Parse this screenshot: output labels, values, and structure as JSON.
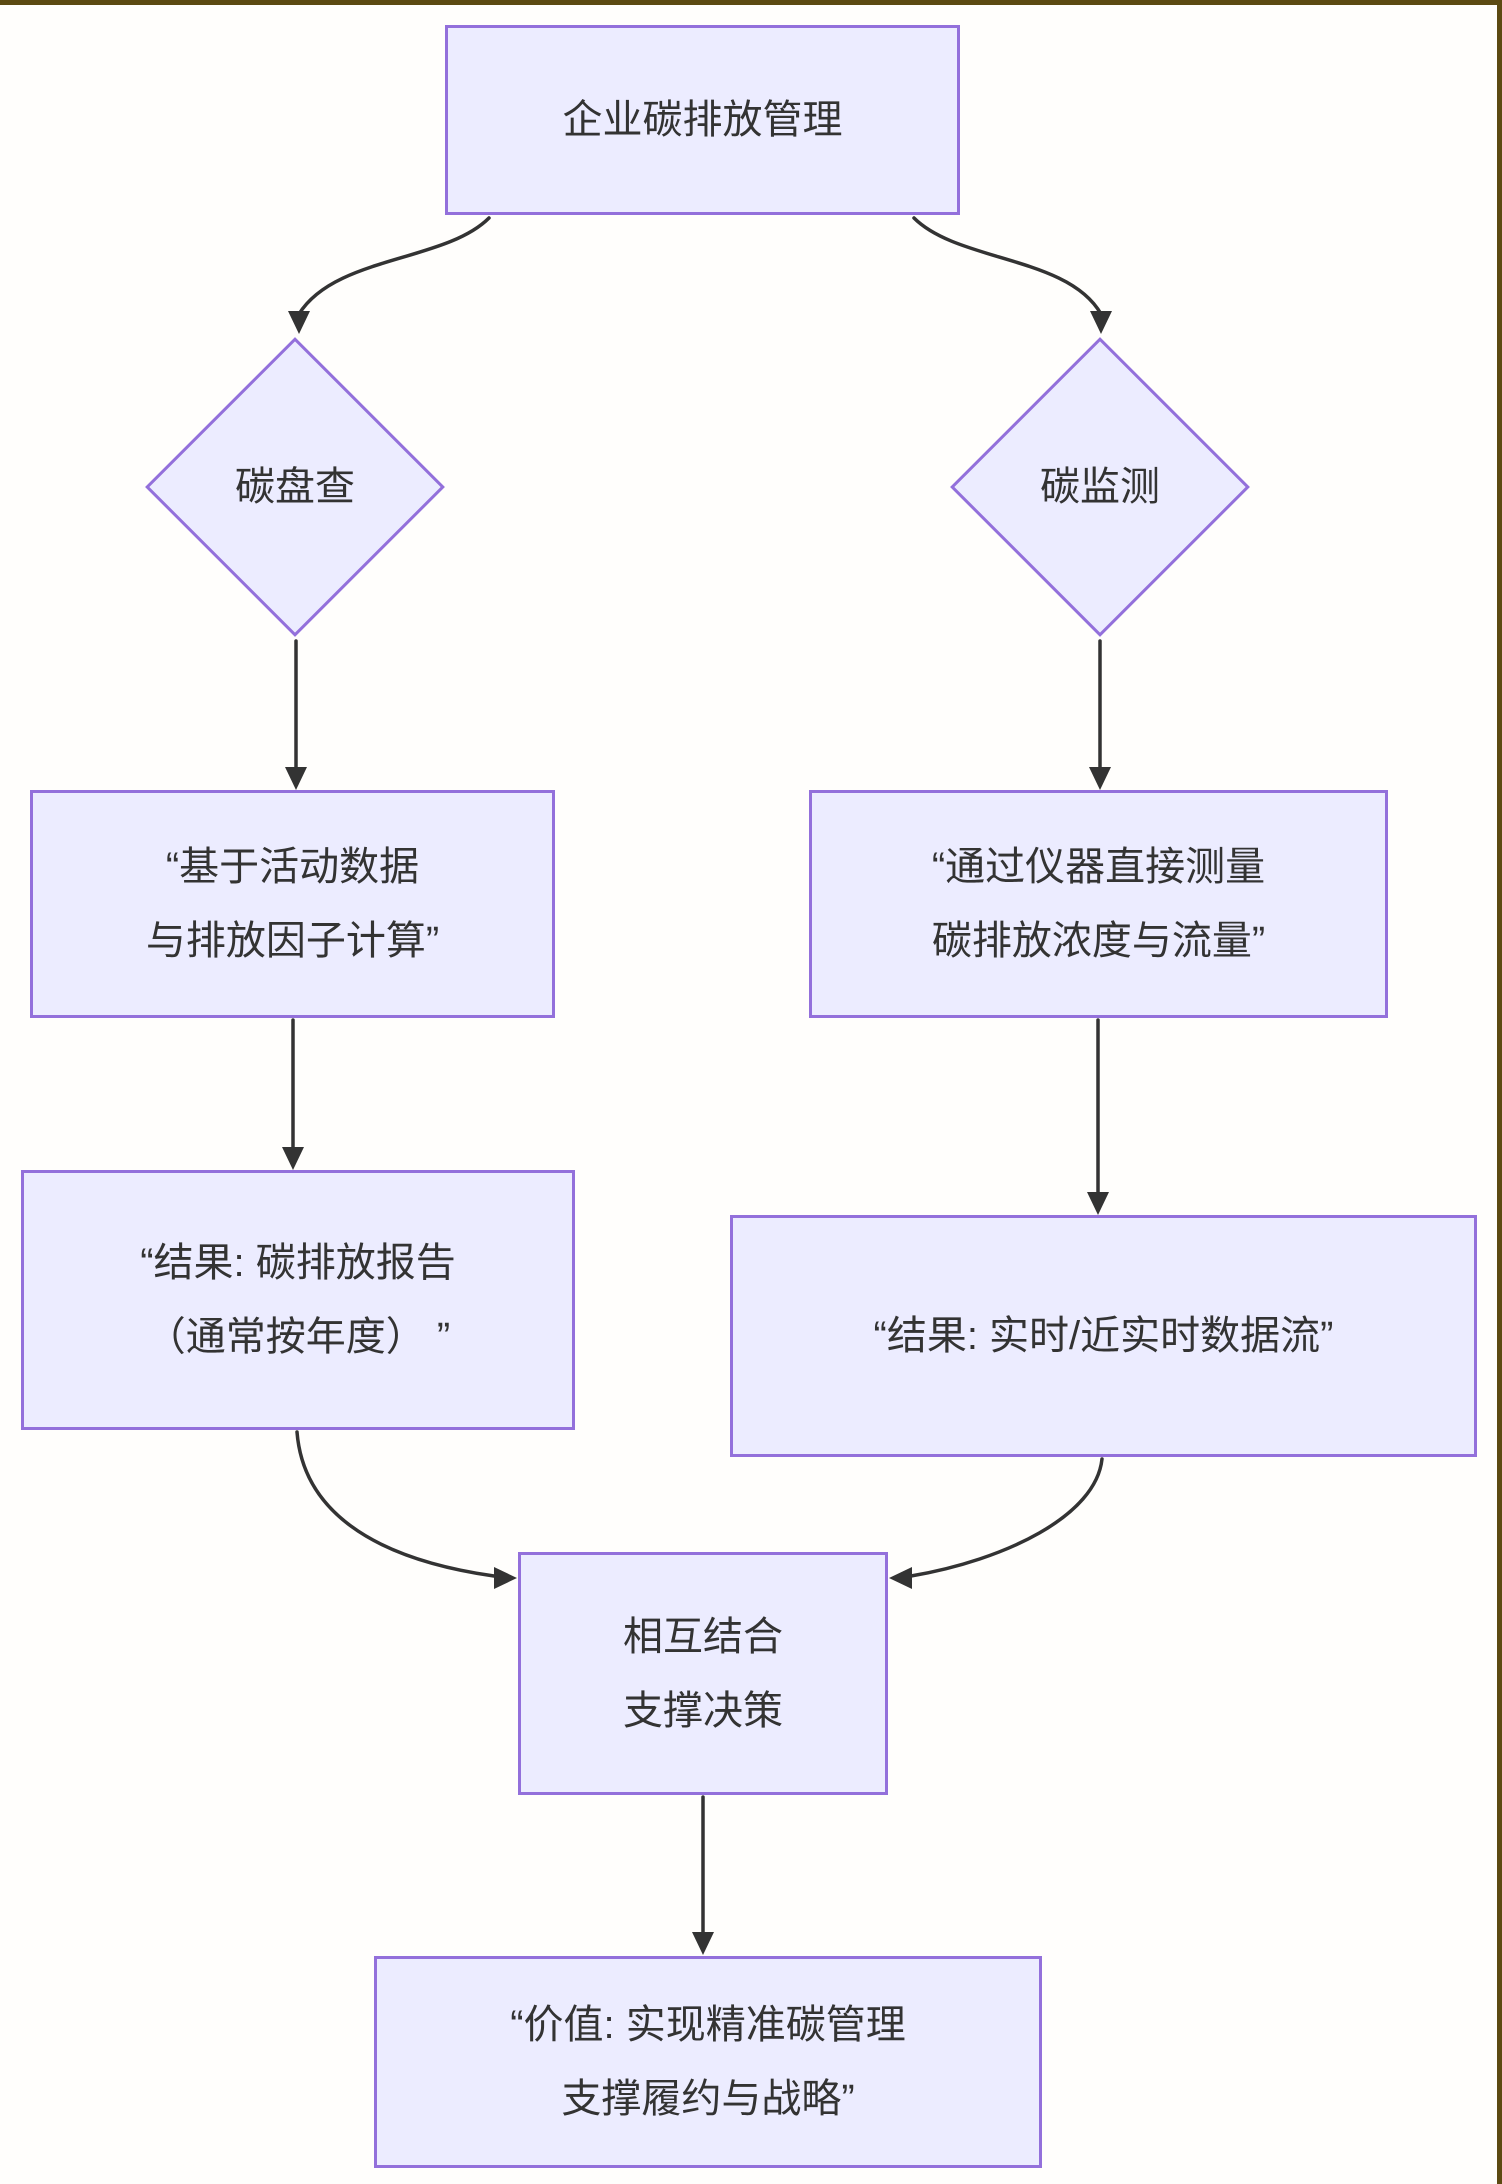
{
  "diagram": {
    "type": "flowchart",
    "direction": "top-down",
    "nodes": {
      "root": {
        "label": "企业碳排放管理",
        "shape": "rectangle"
      },
      "inventory": {
        "label": "碳盘查",
        "shape": "diamond"
      },
      "monitoring": {
        "label": "碳监测",
        "shape": "diamond"
      },
      "inventory_method": {
        "label": "“基于活动数据\n与排放因子计算”",
        "shape": "rectangle"
      },
      "monitoring_method": {
        "label": "“通过仪器直接测量\n碳排放浓度与流量”",
        "shape": "rectangle"
      },
      "inventory_result": {
        "label": "“结果: 碳排放报告\n（通常按年度） ”",
        "shape": "rectangle"
      },
      "monitoring_result": {
        "label": "“结果: 实时/近实时数据流”",
        "shape": "rectangle"
      },
      "combine": {
        "label": "相互结合\n支撑决策",
        "shape": "rectangle"
      },
      "value": {
        "label": "“价值: 实现精准碳管理\n支撑履约与战略”",
        "shape": "rectangle"
      }
    },
    "edges": [
      {
        "from": "root",
        "to": "inventory"
      },
      {
        "from": "root",
        "to": "monitoring"
      },
      {
        "from": "inventory",
        "to": "inventory_method"
      },
      {
        "from": "monitoring",
        "to": "monitoring_method"
      },
      {
        "from": "inventory_method",
        "to": "inventory_result"
      },
      {
        "from": "monitoring_method",
        "to": "monitoring_result"
      },
      {
        "from": "inventory_result",
        "to": "combine"
      },
      {
        "from": "monitoring_result",
        "to": "combine"
      },
      {
        "from": "combine",
        "to": "value"
      }
    ],
    "colors": {
      "node_fill": "#ECECFF",
      "node_border": "#9370DB",
      "edge": "#333333",
      "text": "#333333",
      "frame": "#5c4a12",
      "background": "#fffefc"
    }
  }
}
